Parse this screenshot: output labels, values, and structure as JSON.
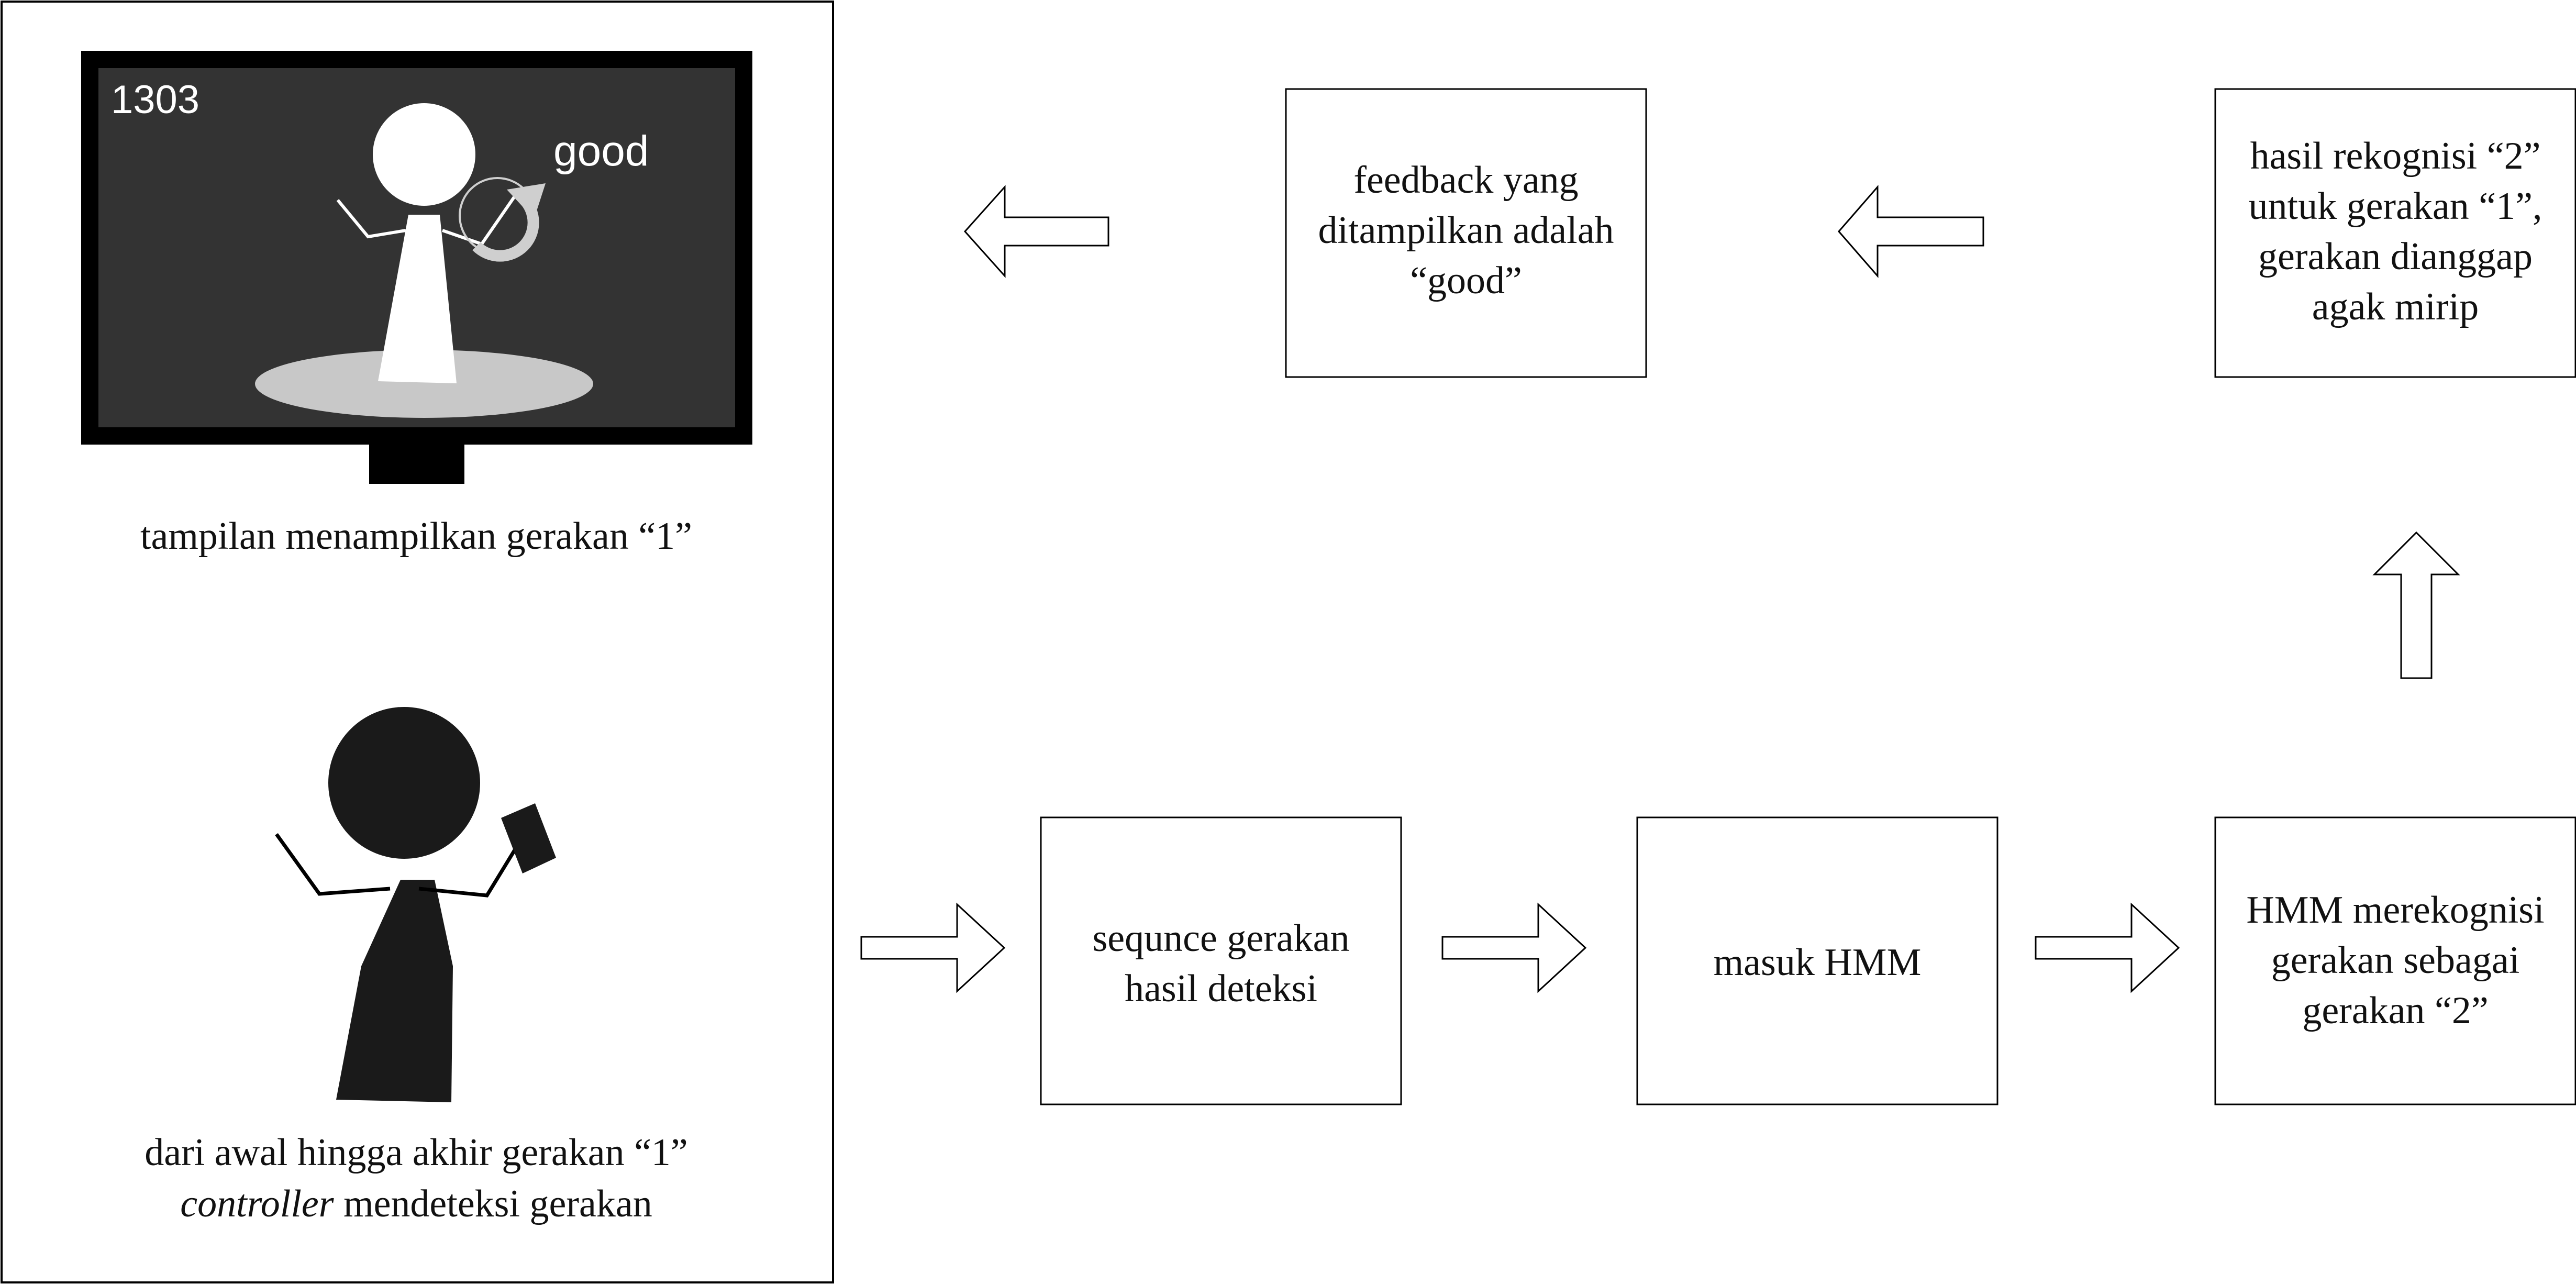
{
  "screen": {
    "counter": "1303",
    "feedback_word": "good",
    "caption": "tampilan menampilkan gerakan “1”"
  },
  "player": {
    "caption_line1": "dari awal hingga akhir gerakan “1”",
    "caption_line2_italic": "controller",
    "caption_line2_rest": " mendeteksi gerakan"
  },
  "boxes": {
    "sequence": [
      "sequnce gerakan",
      "hasil deteksi"
    ],
    "hmm_input": [
      "masuk HMM"
    ],
    "hmm_recognize": [
      "HMM merekognisi",
      "gerakan sebagai",
      "gerakan “2”"
    ],
    "recognition_result": [
      "hasil rekognisi “2”",
      "untuk gerakan “1”,",
      "gerakan dianggap",
      "agak mirip"
    ],
    "feedback": [
      "feedback yang",
      "ditampilkan adalah",
      "“good”"
    ]
  },
  "colors": {
    "tv_frame": "#000000",
    "tv_screen": "#333333",
    "figure_light": "#ffffff",
    "platform": "#c8c8c8",
    "figure_dark": "#1a1a1a",
    "line": "#000000"
  }
}
